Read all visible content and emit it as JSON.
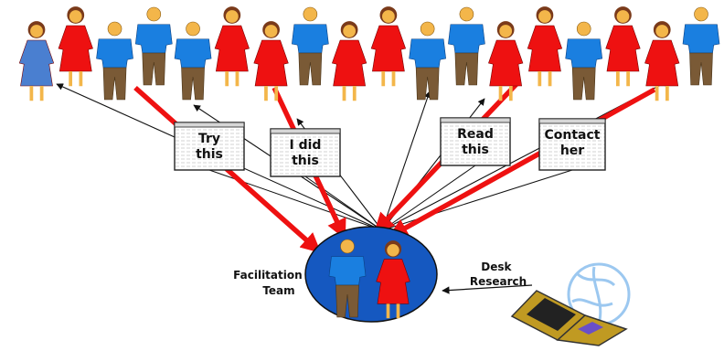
{
  "colors": {
    "female_dress": "#ee1111",
    "male_shirt": "#1a7fe0",
    "male_trousers": "#7a5a36",
    "female_blue_dress": "#4a7fd0",
    "skin": "#f3b64a",
    "hair": "#7a3a1a",
    "team_ellipse": "#1558c0",
    "red_arrow": "#ee1111",
    "black_arrow": "#111111",
    "laptop": "#c09a22",
    "globe": "#9cc8f0"
  },
  "diagram": {
    "people": [
      {
        "kind": "female-blue"
      },
      {
        "kind": "female"
      },
      {
        "kind": "male"
      },
      {
        "kind": "male"
      },
      {
        "kind": "male"
      },
      {
        "kind": "female"
      },
      {
        "kind": "female"
      },
      {
        "kind": "male"
      },
      {
        "kind": "female"
      },
      {
        "kind": "female"
      },
      {
        "kind": "male"
      },
      {
        "kind": "male"
      },
      {
        "kind": "female"
      },
      {
        "kind": "female"
      },
      {
        "kind": "male"
      },
      {
        "kind": "female"
      },
      {
        "kind": "female"
      },
      {
        "kind": "male"
      }
    ],
    "notes": [
      {
        "lines": [
          "Try",
          "this"
        ]
      },
      {
        "lines": [
          "I did",
          "this"
        ]
      },
      {
        "lines": [
          "Read",
          "this"
        ]
      },
      {
        "lines": [
          "Contact",
          "her"
        ]
      }
    ],
    "team_label": [
      "Facilitation",
      "Team"
    ],
    "research_label": [
      "Desk",
      "Research"
    ],
    "team_members": [
      {
        "kind": "male"
      },
      {
        "kind": "female"
      }
    ]
  }
}
